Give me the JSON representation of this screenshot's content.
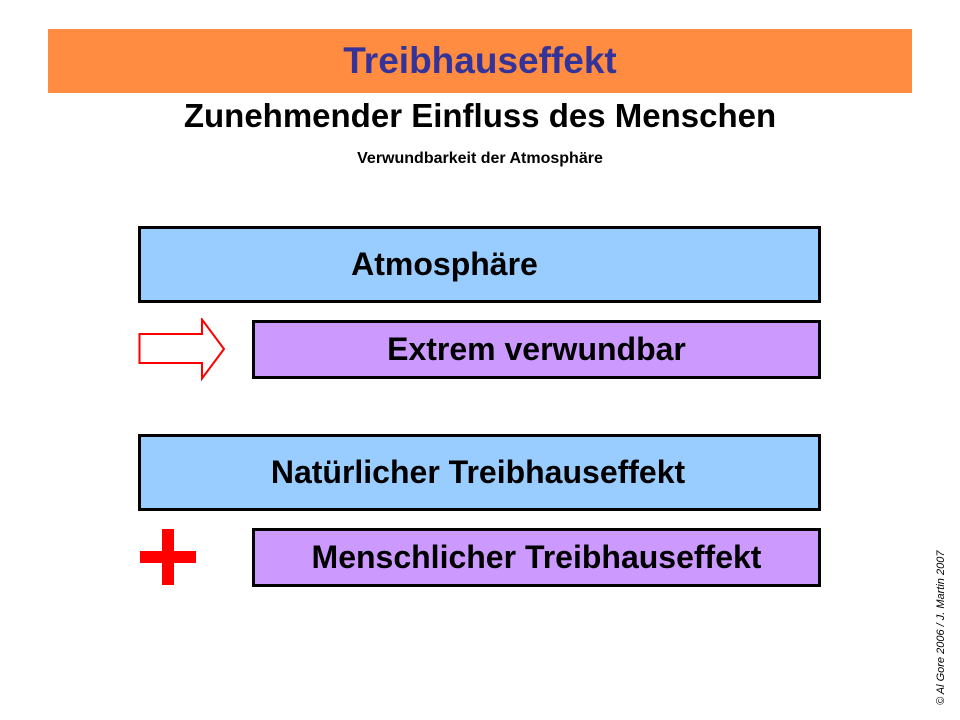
{
  "slide": {
    "title": "Treibhauseffekt",
    "subtitle": "Zunehmender Einfluss des Menschen",
    "small_subtitle": "Verwundbarkeit der Atmosphäre",
    "boxes": [
      {
        "label": "Atmosphäre",
        "color": "#99ccff"
      },
      {
        "label": "Extrem verwundbar",
        "color": "#cc99ff"
      },
      {
        "label": "Natürlicher Treibhauseffekt",
        "color": "#99ccff"
      },
      {
        "label": "Menschlicher Treibhauseffekt",
        "color": "#cc99ff"
      }
    ],
    "icons": {
      "arrow": "right-arrow-outline-icon",
      "plus": "plus-icon"
    },
    "credit": "© Al Gore 2006 / J. Martin 2007"
  },
  "colors": {
    "banner": "#ff8c40",
    "title_text": "#333399",
    "accent_red": "#ff0000"
  }
}
